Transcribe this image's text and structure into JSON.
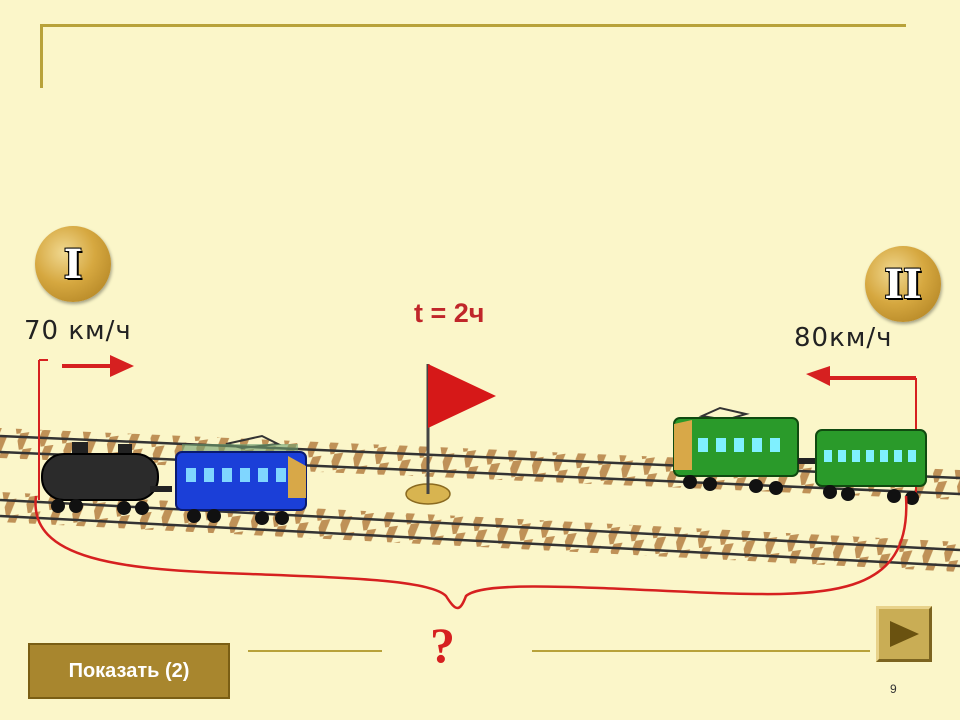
{
  "train_1": {
    "label": "I",
    "speed": "70 км/ч"
  },
  "train_2": {
    "label": "II",
    "speed": "80км/ч"
  },
  "time_label": "t = 2ч",
  "question_mark": "?",
  "show_button_label": "Показать (2)",
  "page_number": "9",
  "colors": {
    "background": "#fbf6c9",
    "accent_red": "#d62020",
    "button_bg": "#a8862e",
    "train_blue": "#1b3fd8",
    "train_green": "#2a9a2a",
    "tank_black": "#2b2b2b"
  },
  "icons": {
    "next": "play-triangle-icon",
    "flag": "red-flag-icon"
  }
}
